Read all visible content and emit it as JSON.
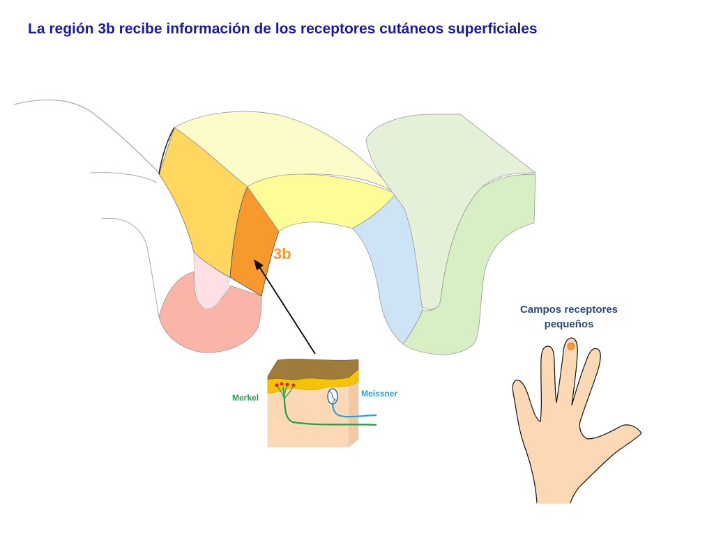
{
  "title": "La región 3b recibe información de los receptores cutáneos superficiales",
  "labels": {
    "region": "3b",
    "merkel": "Merkel",
    "meissner": "Meissner",
    "fields_line1": "Campos receptores",
    "fields_line2": "pequeños"
  },
  "colors": {
    "title": "#1a1aa6",
    "area_3b": "#f7992d",
    "area_3a": "#fdd75e",
    "area_1": "#fdfd98",
    "area_2": "#fdfcc8",
    "area_4": "#fbb4a8",
    "area_4_light": "#fde0e4",
    "area_5": "#cce4f6",
    "area_7_dark": "#d8eec5",
    "area_7_light": "#e4f1d8",
    "merkel": "#1fa04a",
    "meissner": "#1ea6e0",
    "labels_dark": "#2c4a7c",
    "skin": "#fcd9b4"
  }
}
